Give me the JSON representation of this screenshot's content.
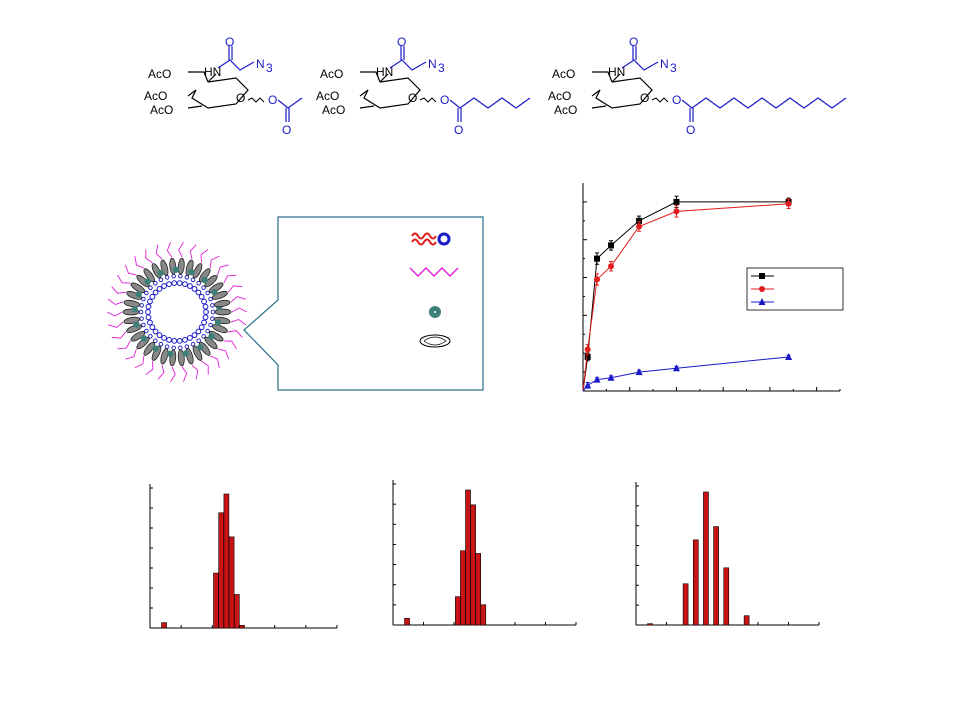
{
  "molecules": [
    {
      "labels": {
        "ac1": "AcO",
        "ac2": "AcO",
        "ac3": "AcO",
        "nh": "HN",
        "o_ring": "O",
        "o_ester": "O",
        "o_carbonyl": "O",
        "o_amide": "O",
        "azide": "N",
        "azide_sub": "3"
      },
      "tail_zigzags": 1
    },
    {
      "labels": {
        "ac1": "AcO",
        "ac2": "AcO",
        "ac3": "AcO",
        "nh": "HN",
        "o_ring": "O",
        "o_ester": "O",
        "o_carbonyl": "O",
        "o_amide": "O",
        "azide": "N",
        "azide_sub": "3"
      },
      "tail_zigzags": 5
    },
    {
      "labels": {
        "ac1": "AcO",
        "ac2": "AcO",
        "ac3": "AcO",
        "nh": "HN",
        "o_ring": "O",
        "o_ester": "O",
        "o_carbonyl": "O",
        "o_amide": "O",
        "azide": "N",
        "azide_sub": "3"
      },
      "tail_zigzags": 11
    }
  ],
  "colors": {
    "blue": "#1a1ac8",
    "red": "#e21b1b",
    "magenta": "#e020d8",
    "teal": "#3f7f7a",
    "black": "#000000",
    "bar_fill": "#c81414"
  },
  "legend_icons": [
    "lipid-icon",
    "chain-icon",
    "drug-dot-icon",
    "nanoparticle-icon"
  ],
  "chart_data": [
    {
      "type": "line",
      "x": [
        1,
        3,
        6,
        12,
        20,
        44
      ],
      "series": [
        {
          "color": "#000000",
          "marker": "square",
          "values": [
            18,
            70,
            77,
            90,
            100,
            100
          ],
          "errors": [
            2,
            3,
            2.5,
            2.5,
            3,
            2
          ]
        },
        {
          "color": "#e21b1b",
          "marker": "circle",
          "values": [
            22,
            59,
            66,
            87,
            95,
            99
          ],
          "errors": [
            2.5,
            3,
            2.5,
            2.5,
            3,
            2.5
          ]
        },
        {
          "color": "#1a1ac8",
          "marker": "triangle",
          "values": [
            3,
            6,
            7,
            10,
            12,
            18
          ],
          "errors": [
            1.5,
            1,
            1,
            1,
            1,
            1
          ]
        }
      ],
      "xlim": [
        0,
        55
      ],
      "ylim": [
        0,
        110
      ],
      "legend_position": "right"
    },
    {
      "type": "bar",
      "x": [
        -40,
        20,
        40,
        60,
        80,
        120
      ],
      "values": [
        0.5,
        0,
        0,
        0,
        0,
        0
      ]
    },
    {
      "type": "bar",
      "values": []
    },
    {
      "type": "bar",
      "values": []
    }
  ],
  "hist": [
    {
      "bars": [
        [
          2,
          4
        ],
        [
          52,
          41
        ],
        [
          57,
          86
        ],
        [
          62,
          100
        ],
        [
          67,
          68
        ],
        [
          72,
          25
        ],
        [
          77,
          2
        ]
      ],
      "xmax": 180
    },
    {
      "bars": [
        [
          2,
          5
        ],
        [
          52,
          21
        ],
        [
          57,
          55
        ],
        [
          62,
          100
        ],
        [
          67,
          89
        ],
        [
          72,
          53
        ],
        [
          77,
          15
        ]
      ],
      "xmax": 180
    },
    {
      "bars": [
        [
          2,
          1
        ],
        [
          37,
          31
        ],
        [
          47,
          64
        ],
        [
          57,
          100
        ],
        [
          67,
          74
        ],
        [
          77,
          43
        ],
        [
          97,
          7
        ]
      ],
      "xmax": 180
    }
  ]
}
